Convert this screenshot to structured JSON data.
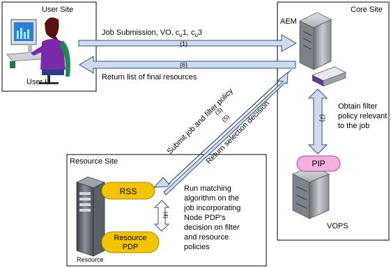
{
  "sites": {
    "user": "User Site",
    "core": "Core Site",
    "resource": "Resource Site"
  },
  "actors": {
    "user": "User U",
    "aem": "AEM",
    "vops": "VOPS",
    "resource": "Resource"
  },
  "components": {
    "rss": "RSS",
    "pip": "PIP",
    "resource_pdp_line1": "Resource",
    "resource_pdp_line2": "PDP"
  },
  "arrows": {
    "a1": {
      "label": "Job Submission, VO, c",
      "sub1": "u",
      "mid": "1, c",
      "sub2": "u",
      "end": "3",
      "step": "(1)"
    },
    "a6": {
      "label": "Return list of final resources",
      "step": "(6)"
    },
    "a3": {
      "label": "Submit job and filter policy",
      "step": "(3)"
    },
    "a5": {
      "label": "Return selection decision",
      "step": "(5)"
    },
    "a2": {
      "lines": [
        "Obtain filter",
        "policy relevant",
        "to the job"
      ],
      "step": "(2)"
    },
    "a4": {
      "step": "(4)"
    }
  },
  "note": {
    "lines": [
      "Run matching",
      "algorithm on the",
      "job incorporating",
      "Node PDP's",
      "decision on filter",
      "and resource",
      "policies"
    ]
  },
  "colors": {
    "arrow_fill": "#cfdcf0",
    "arrow_stroke": "#2f4f7a",
    "pill_fill": "#f5c400",
    "pill_stroke": "#b08a00",
    "server_grey": "#9aa0a8"
  }
}
